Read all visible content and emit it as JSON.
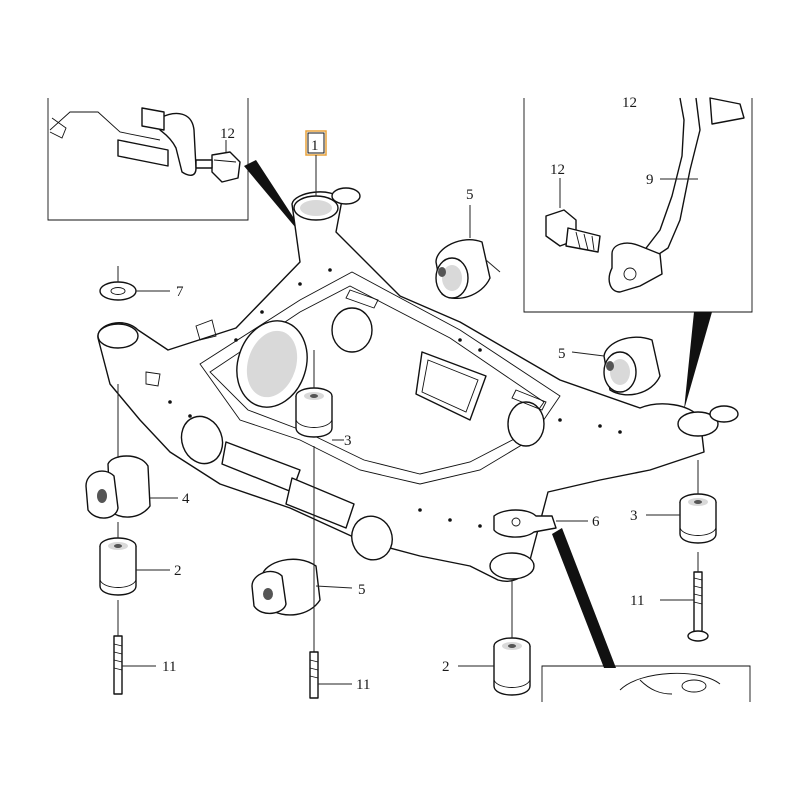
{
  "callouts": {
    "c1": "1",
    "c2a": "2",
    "c2b": "2",
    "c3a": "3",
    "c3b": "3",
    "c4": "4",
    "c5a": "5",
    "c5b": "5",
    "c5c": "5",
    "c6": "6",
    "c7": "7",
    "c9": "9",
    "c11a": "11",
    "c11b": "11",
    "c11c": "11",
    "c12a": "12",
    "c12b": "12",
    "c12c": "12"
  },
  "colors": {
    "line": "#111111",
    "highlight_box": "#e8a23a"
  }
}
